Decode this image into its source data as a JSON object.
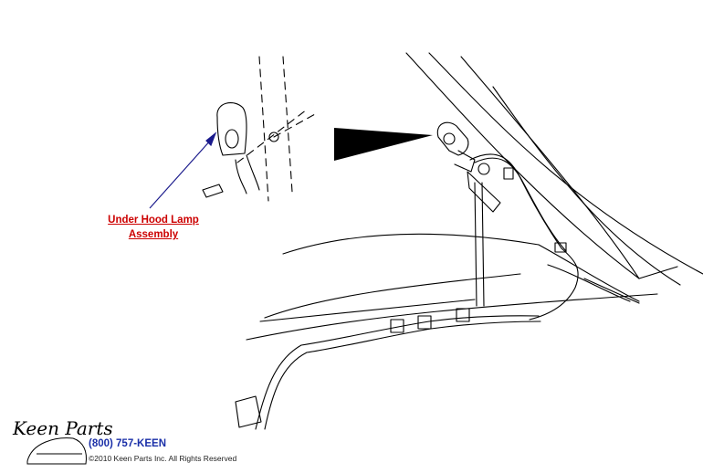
{
  "callout": {
    "line1": "Under Hood Lamp",
    "line2": "Assembly"
  },
  "logo": {
    "script_text": "Keen Parts"
  },
  "footer": {
    "phone": "(800) 757-KEEN",
    "copyright": "©2010 Keen Parts Inc. All Rights Reserved"
  },
  "colors": {
    "callout": "#cc0000",
    "phone": "#1a2fa8",
    "leader": "#1a1a8c",
    "line_art": "#000000"
  }
}
